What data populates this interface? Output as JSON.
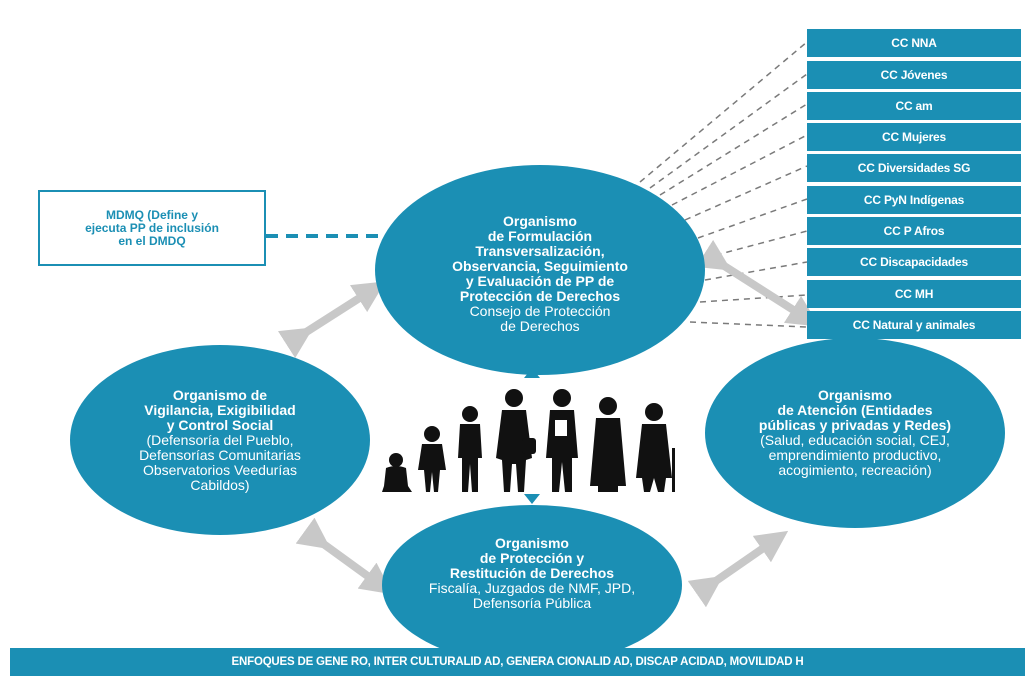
{
  "mdmq_box": {
    "text": "MDMQ (Define y\nejecuta PP de inclusión\nen el DMDQ"
  },
  "top_organism": {
    "title": "Organismo\nde Formulación\nTransversalización,\nObservancia, Seguimiento\ny Evaluación de PP de\nProtección de Derechos",
    "subtitle": "Consejo de Protección\nde Derechos"
  },
  "left_organism": {
    "title": "Organismo de\nVigilancia, Exigibilidad\ny Control Social",
    "subtitle": "(Defensoría del Pueblo,\nDefensorías Comunitarias\nObservatorios Veedurías\nCabildos)"
  },
  "right_organism": {
    "title": "Organismo\nde Atención (Entidades\npúblicas y privadas y Redes)",
    "subtitle": "(Salud, educación social, CEJ,\nemprendimiento productivo,\nacogimiento, recreación)"
  },
  "bottom_organism": {
    "title": "Organismo\nde Protección y\nRestitución de Derechos",
    "subtitle": "Fiscalía, Juzgados de NMF, JPD,\nDefensoría Pública"
  },
  "cc_boxes": [
    "CC NNA",
    "CC Jóvenes",
    "CC am",
    "CC Mujeres",
    "CC Diversidades SG",
    "CC PyN Indígenas",
    "CC P Afros",
    "CC Discapacidades",
    "CC MH",
    "CC Natural y animales"
  ],
  "footer": {
    "text": "ENFOQUES DE GENE RO, INTER CULTURALID AD, GENERA CIONALID AD, DISCAP ACIDAD, MOVILIDAD H"
  },
  "colors": {
    "primary": "#1b8fb4",
    "arrow": "#c8c8c8",
    "silhouettes": "#111111"
  }
}
